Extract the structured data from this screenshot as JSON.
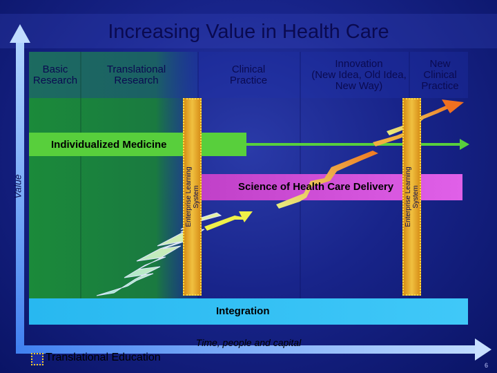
{
  "title": "Increasing Value in Health Care",
  "columns": [
    {
      "label": "Basic\nResearch"
    },
    {
      "label": "Translational\nResearch"
    },
    {
      "label": "Clinical\nPractice"
    },
    {
      "label": "Innovation\n(New Idea, Old Idea,\nNew Way)"
    },
    {
      "label": "New\nClinical\nPractice"
    }
  ],
  "bands": {
    "individualized_medicine": "Individualized Medicine",
    "science_of_delivery": "Science of Health Care Delivery",
    "integration": "Integration"
  },
  "enterprise_learning_system": "Enterprise Learning\nSystem",
  "axes": {
    "y_label": "Value",
    "x_label": "Time, people and capital"
  },
  "legend": {
    "translational_education": "Translational Education"
  },
  "page_number": "6",
  "colors": {
    "background": "#1a268e",
    "green_column": "#1e8a3a",
    "individualized_bar": "#5ad040",
    "science_bar": "#d050d8",
    "integration_bar": "#30c0f0",
    "axis_arrow": "#8ab4ff",
    "els_band": "#e8b030"
  }
}
